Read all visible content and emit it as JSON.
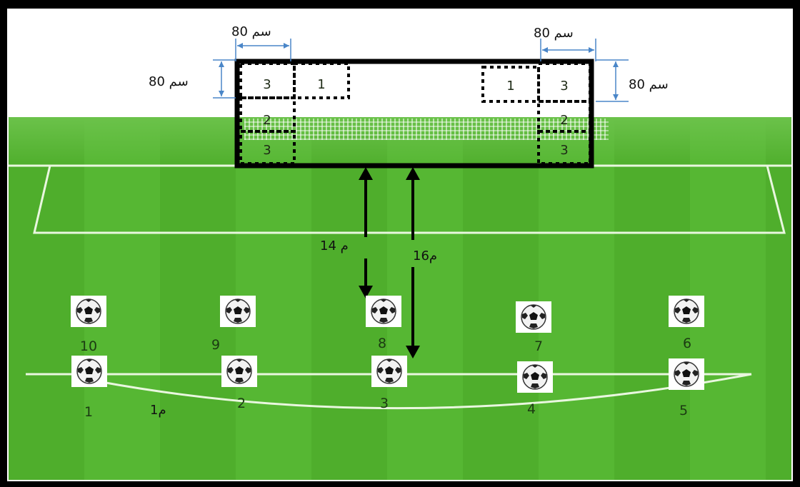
{
  "zones_left_top": [
    "3",
    "1"
  ],
  "zones_right_top": [
    "1",
    "3"
  ],
  "zone_mid": "2",
  "zone_low": "3",
  "dim_top_left": "80 سم",
  "dim_top_right": "80 سم",
  "dim_side_left": "80 سم",
  "dim_side_right": "80 سم",
  "dist_14": "14 م",
  "dist_16": "16م",
  "dist_1m": "1م",
  "ball_labels": {
    "b10": "10",
    "b9": "9",
    "b8": "8",
    "b7": "7",
    "b6": "6",
    "b1": "1",
    "b2": "2",
    "b3": "3",
    "b4": "4",
    "b5": "5"
  },
  "colors": {
    "pitch": "#4fae2c",
    "lines": "#ffffff",
    "goal": "#000000",
    "dimension": "#4a86c8"
  }
}
